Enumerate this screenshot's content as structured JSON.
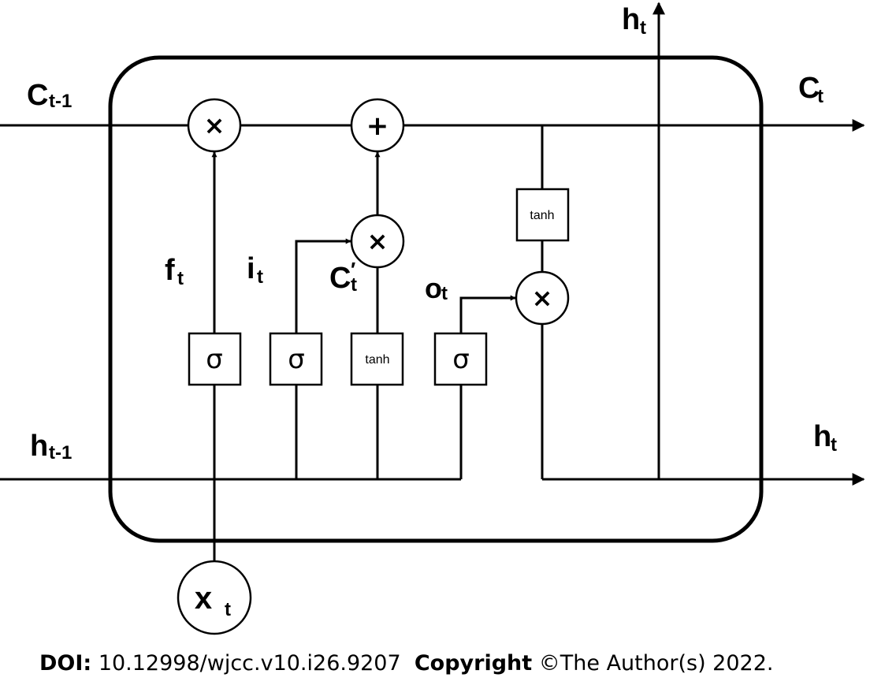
{
  "labels": {
    "c_prev": {
      "main": "C",
      "sub": "t-1"
    },
    "c_next": {
      "main": "C",
      "sub": " t"
    },
    "h_prev": {
      "main": "h",
      "sub": "t-1"
    },
    "h_next": {
      "main": "h",
      "sub": " t"
    },
    "h_top": {
      "main": "h",
      "sub": "t"
    },
    "f_gate": {
      "main": "f",
      "sub": "t"
    },
    "i_gate": {
      "main": "i",
      "sub": "t"
    },
    "c_cand": {
      "main": "C",
      "sub": "t",
      "mark": "′"
    },
    "o_gate": {
      "main": "o",
      "sub": "t"
    },
    "x_input": {
      "main": "x",
      "sub": "t"
    }
  },
  "operators": {
    "multiply": "×",
    "add": "+"
  },
  "activations": {
    "sigmoid": "σ",
    "tanh": "tanh"
  },
  "footer": {
    "doi_label": "DOI:",
    "doi_value": "10.12998/wjcc.v10.i26.9207",
    "copyright_label": "Copyright",
    "copyright_value": "©The Author(s) 2022."
  }
}
